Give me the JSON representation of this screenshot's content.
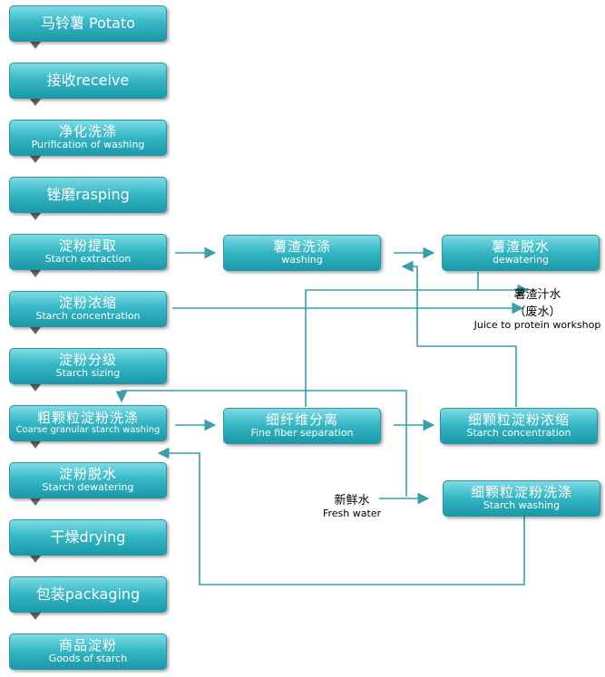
{
  "main_column": [
    {
      "text": "马铃薯  Potato"
    },
    {
      "text": "接收receive"
    },
    {
      "cn": "净化洗涤",
      "en": "Purification of washing"
    },
    {
      "text": "锉磨rasping"
    },
    {
      "cn": "淀粉提取",
      "en": "Starch extraction"
    },
    {
      "cn": "淀粉浓缩",
      "en": "Starch concentration"
    },
    {
      "cn": "淀粉分级",
      "en": "Starch sizing"
    },
    {
      "cn": "粗颗粒淀粉洗涤",
      "en": "Coarse granular starch washing"
    },
    {
      "cn": "淀粉脱水",
      "en": "Starch dewatering"
    },
    {
      "text": "干燥drying"
    },
    {
      "text": "包装packaging"
    },
    {
      "cn": "商品淀粉",
      "en": "Goods of starch"
    }
  ],
  "side_boxes": {
    "residue_washing": {
      "cn": "薯渣洗涤",
      "en": "washing"
    },
    "residue_dewatering": {
      "cn": "薯渣脱水",
      "en": "dewatering"
    },
    "fine_fiber": {
      "cn": "细纤维分离",
      "en": "Fine fiber separation"
    },
    "fine_concentration": {
      "cn": "细颗粒淀粉浓缩",
      "en": "Starch concentration"
    },
    "fine_washing": {
      "cn": "细颗粒淀粉洗涤",
      "en": "Starch washing"
    }
  },
  "labels": {
    "juice_cn_1": "薯渣汁水",
    "juice_cn_2": "（废水）",
    "juice_en": "Juice to protein workshop",
    "fresh_cn": "新鲜水",
    "fresh_en": "Fresh water"
  },
  "colors": {
    "box_top": "#7fdbe4",
    "box_bottom": "#1a9aa9",
    "line": "#3a9fa8",
    "arrow_black": "#000000"
  }
}
